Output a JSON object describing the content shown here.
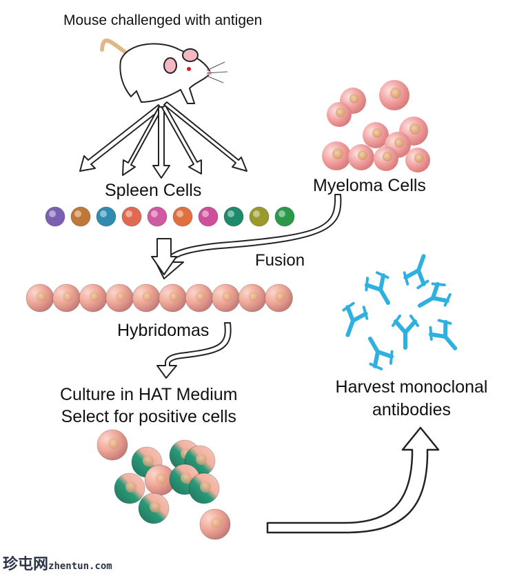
{
  "labels": {
    "mouse": "Mouse challenged with antigen",
    "spleen": "Spleen Cells",
    "myeloma": "Myeloma Cells",
    "fusion": "Fusion",
    "hybridomas": "Hybridomas",
    "culture_line1": "Culture in HAT Medium",
    "culture_line2": "Select for positive cells",
    "harvest": "Harvest monoclonal antibodies"
  },
  "watermark": {
    "brand": "珍屯网",
    "domain": "zhentun.com"
  },
  "colors": {
    "spleen_cells": [
      "#7b5fb0",
      "#c07838",
      "#2f8bb0",
      "#e06a50",
      "#d05aa0",
      "#e07040",
      "#d04f9a",
      "#1e8a6a",
      "#9a9a2a",
      "#2a9a4a"
    ],
    "myeloma": "#f0a0a0",
    "antibody": "#2fb0e0",
    "hybrid_teal": "#2a8a70",
    "hybrid_pink": "#f0a898"
  }
}
